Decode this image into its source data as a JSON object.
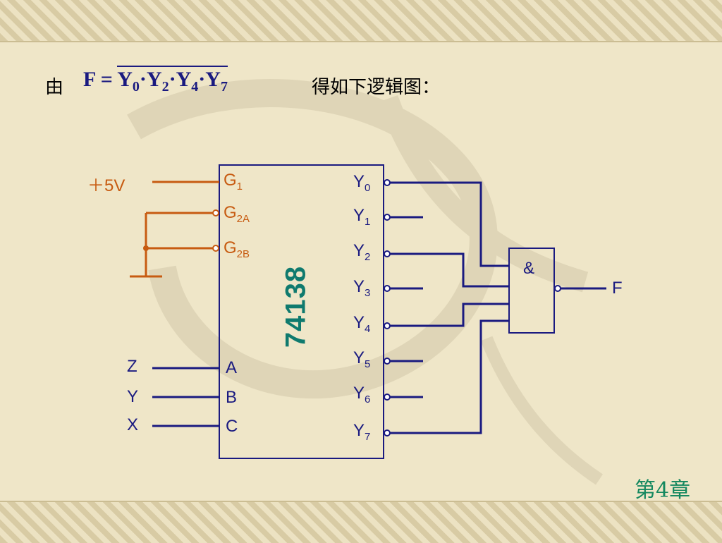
{
  "slide": {
    "prefix": "由",
    "formula": {
      "lhs": "F =",
      "terms": [
        "0",
        "2",
        "4",
        "7"
      ],
      "var": "Y",
      "dot": "·"
    },
    "suffix": "得如下逻辑图：",
    "chapter": "第4章"
  },
  "diagram": {
    "chip_label": "74138",
    "enable_inputs": [
      {
        "name": "G",
        "sub": "1"
      },
      {
        "name": "G",
        "sub": "2A"
      },
      {
        "name": "G",
        "sub": "2B"
      }
    ],
    "power_label": "＋5V",
    "select_inputs": [
      "A",
      "B",
      "C"
    ],
    "input_vars": [
      "Z",
      "Y",
      "X"
    ],
    "outputs": [
      {
        "name": "Y",
        "sub": "0"
      },
      {
        "name": "Y",
        "sub": "1"
      },
      {
        "name": "Y",
        "sub": "2"
      },
      {
        "name": "Y",
        "sub": "3"
      },
      {
        "name": "Y",
        "sub": "4"
      },
      {
        "name": "Y",
        "sub": "5"
      },
      {
        "name": "Y",
        "sub": "6"
      },
      {
        "name": "Y",
        "sub": "7"
      }
    ],
    "gate_symbol": "&",
    "gate_output": "F"
  },
  "colors": {
    "wire_blue": "#1a1a80",
    "wire_orange": "#c75b11",
    "chip_label": "#0f7a6e",
    "chapter": "#14885f"
  }
}
